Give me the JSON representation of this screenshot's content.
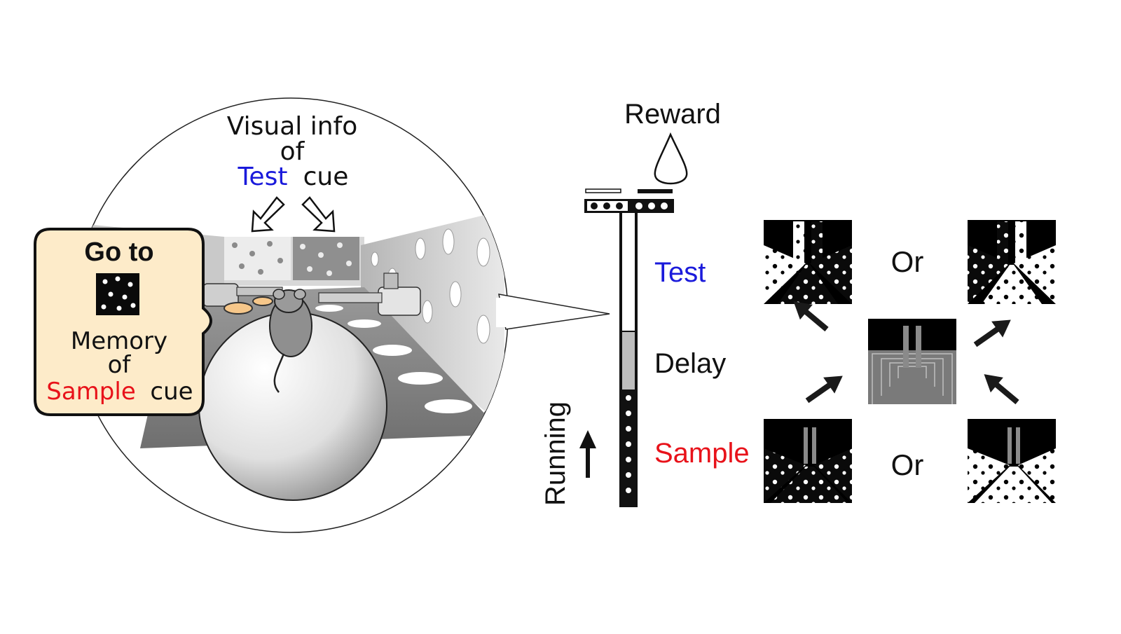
{
  "left_panel": {
    "visual_info": {
      "line1": "Visual info",
      "line2": "of",
      "test_word": "Test",
      "cue_word": "cue"
    },
    "thought_box": {
      "go_to": "Go to",
      "memory": "Memory",
      "of": "of",
      "sample_word": "Sample",
      "cue_word": "cue"
    }
  },
  "right_panel": {
    "reward_label": "Reward",
    "test_label": "Test",
    "delay_label": "Delay",
    "sample_label": "Sample",
    "running_label": "Running",
    "or_top": "Or",
    "or_bottom": "Or"
  },
  "colors": {
    "test": "#1a1adb",
    "sample": "#e8121a",
    "thought_box_fill": "#fdebc9",
    "delay_segment": "#bdbdbd"
  }
}
